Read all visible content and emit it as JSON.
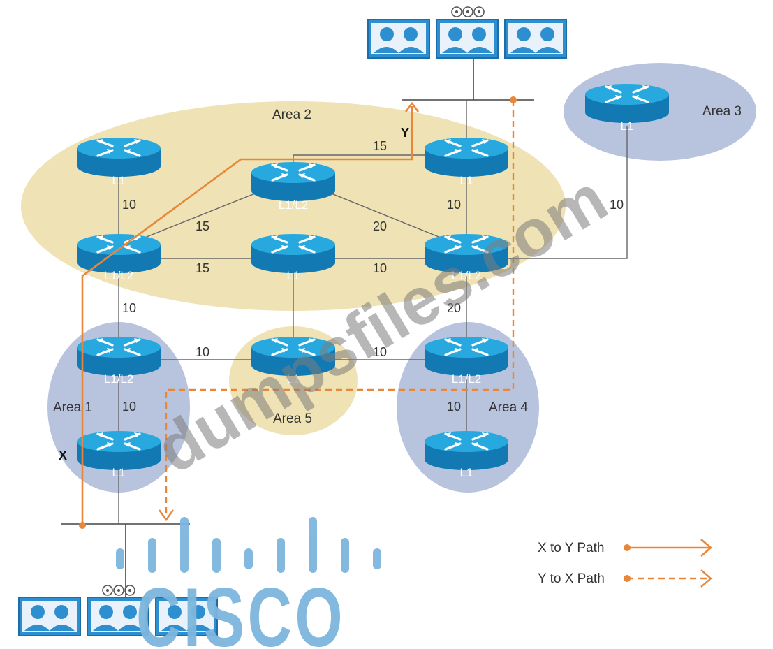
{
  "areas": {
    "area1": "Area 1",
    "area2": "Area 2",
    "area3": "Area 3",
    "area4": "Area 4",
    "area5": "Area 5"
  },
  "routers": {
    "a2_top_left": "L1",
    "a2_top_center": "L1/L2",
    "a2_top_right": "L1",
    "a2_mid_left": "L1/L2",
    "a2_mid_center": "L1",
    "a2_mid_right": "L1/L2",
    "a3": "L1",
    "a1_top": "L1/L2",
    "a1_bottom": "L1",
    "a5": "L1",
    "a4_top": "L1/L2",
    "a4_bottom": "L1"
  },
  "metrics": {
    "top_link": "15",
    "left_vertical_top": "10",
    "right_vertical_top": "10",
    "area3_link": "10",
    "diag_left": "15",
    "diag_right": "20",
    "mid_left": "15",
    "mid_right": "10",
    "left_vertical_mid": "10",
    "right_vertical_mid": "20",
    "bottom_left": "10",
    "bottom_right": "10",
    "area1_vertical": "10",
    "area4_vertical": "10"
  },
  "markers": {
    "x": "X",
    "y": "Y"
  },
  "legend": {
    "x_to_y": "X to Y Path",
    "y_to_x": "Y to X Path"
  },
  "watermark": "dumpsfiles.com",
  "logo_text": "CISCO",
  "colors": {
    "path": "#e8873a",
    "area_tan": "#efe2b4",
    "area_blue": "#b8c4de",
    "router_top": "#27a9df",
    "router_side": "#1279b3"
  }
}
